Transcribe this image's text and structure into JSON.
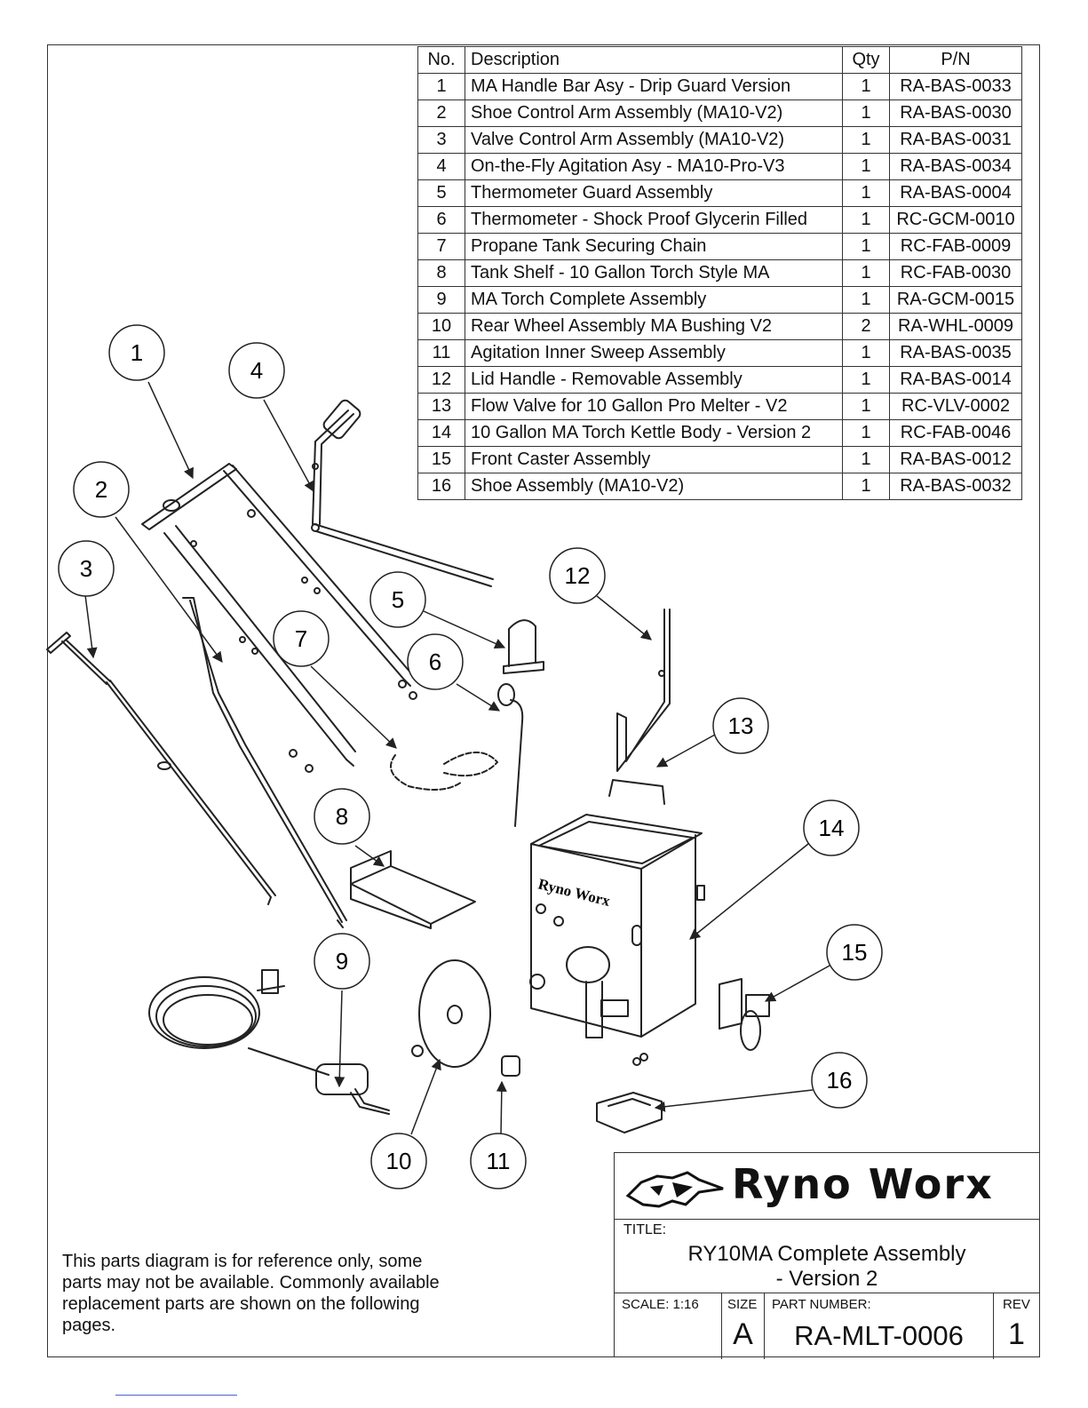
{
  "table": {
    "headers": {
      "no": "No.",
      "description": "Description",
      "qty": "Qty",
      "pn": "P/N"
    },
    "rows": [
      {
        "no": "1",
        "description": "MA Handle Bar Asy - Drip Guard Version",
        "qty": "1",
        "pn": "RA-BAS-0033"
      },
      {
        "no": "2",
        "description": "Shoe Control Arm Assembly (MA10-V2)",
        "qty": "1",
        "pn": "RA-BAS-0030"
      },
      {
        "no": "3",
        "description": "Valve Control Arm Assembly  (MA10-V2)",
        "qty": "1",
        "pn": "RA-BAS-0031"
      },
      {
        "no": "4",
        "description": "On-the-Fly Agitation Asy - MA10-Pro-V3",
        "qty": "1",
        "pn": "RA-BAS-0034"
      },
      {
        "no": "5",
        "description": "Thermometer Guard Assembly",
        "qty": "1",
        "pn": "RA-BAS-0004"
      },
      {
        "no": "6",
        "description": "Thermometer - Shock Proof Glycerin Filled",
        "qty": "1",
        "pn": "RC-GCM-0010"
      },
      {
        "no": "7",
        "description": "Propane Tank Securing Chain",
        "qty": "1",
        "pn": "RC-FAB-0009"
      },
      {
        "no": "8",
        "description": "Tank Shelf - 10 Gallon Torch Style MA",
        "qty": "1",
        "pn": "RC-FAB-0030"
      },
      {
        "no": "9",
        "description": "MA Torch Complete Assembly",
        "qty": "1",
        "pn": "RA-GCM-0015"
      },
      {
        "no": "10",
        "description": "Rear Wheel Assembly MA Bushing V2",
        "qty": "2",
        "pn": "RA-WHL-0009"
      },
      {
        "no": "11",
        "description": "Agitation Inner Sweep Assembly",
        "qty": "1",
        "pn": "RA-BAS-0035"
      },
      {
        "no": "12",
        "description": "Lid Handle - Removable Assembly",
        "qty": "1",
        "pn": "RA-BAS-0014"
      },
      {
        "no": "13",
        "description": "Flow Valve for 10 Gallon Pro Melter - V2",
        "qty": "1",
        "pn": "RC-VLV-0002"
      },
      {
        "no": "14",
        "description": "10 Gallon MA Torch Kettle Body - Version 2",
        "qty": "1",
        "pn": "RC-FAB-0046"
      },
      {
        "no": "15",
        "description": "Front Caster  Assembly",
        "qty": "1",
        "pn": "RA-BAS-0012"
      },
      {
        "no": "16",
        "description": "Shoe Assembly (MA10-V2)",
        "qty": "1",
        "pn": "RA-BAS-0032"
      }
    ]
  },
  "callouts": [
    "1",
    "2",
    "3",
    "4",
    "5",
    "6",
    "7",
    "8",
    "9",
    "10",
    "11",
    "12",
    "13",
    "14",
    "15",
    "16"
  ],
  "kettle_brand": "Ryno Worx",
  "note": "This parts diagram is for reference only, some parts may not be available. Commonly available replacement parts are shown on the following pages.",
  "title_block": {
    "brand": "Ryno Worx",
    "title_label": "TITLE:",
    "title_line1": "RY10MA Complete Assembly",
    "title_line2": "- Version 2",
    "scale": "SCALE: 1:16",
    "size_label": "SIZE",
    "size": "A",
    "part_number_label": "PART NUMBER:",
    "part_number": "RA-MLT-0006",
    "rev_label": "REV",
    "rev": "1"
  }
}
